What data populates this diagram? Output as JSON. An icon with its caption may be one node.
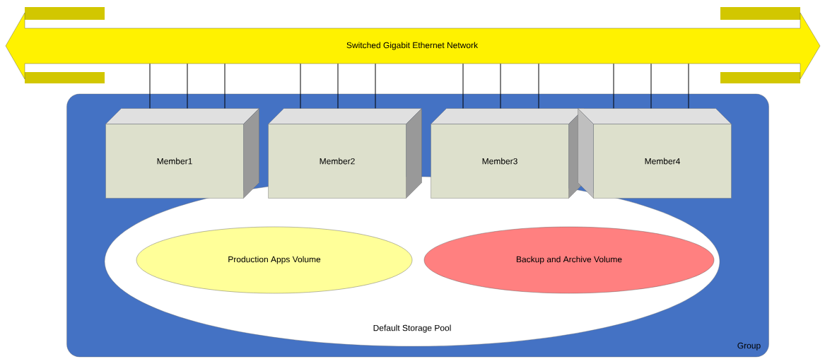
{
  "diagram": {
    "nodes": [
      {
        "text": [
          "Switched Gigabit Ethernet Network"
        ]
      },
      {
        "text": [
          "Group"
        ]
      },
      {
        "text": [
          "Member1"
        ],
        "in": 1
      },
      {
        "text": [
          "Member2"
        ],
        "in": 1
      },
      {
        "text": [
          "Member3"
        ],
        "in": 1
      },
      {
        "text": [
          "Member4"
        ],
        "in": 1
      },
      {
        "text": [
          "Default Storage Pool"
        ],
        "in": 1
      },
      {
        "text": [
          "Production Apps Volume"
        ],
        "in": 6
      },
      {
        "text": [
          "Backup and Archive Volume"
        ],
        "in": 6
      }
    ],
    "edges": [
      {
        "from": 0,
        "to": 2,
        "arrow": "none"
      },
      {
        "from": 0,
        "to": 2,
        "arrow": "none"
      },
      {
        "from": 0,
        "to": 2,
        "arrow": "none"
      },
      {
        "from": 0,
        "to": 3,
        "arrow": "none"
      },
      {
        "from": 0,
        "to": 3,
        "arrow": "none"
      },
      {
        "from": 0,
        "to": 3,
        "arrow": "none"
      },
      {
        "from": 0,
        "to": 4,
        "arrow": "none"
      },
      {
        "from": 0,
        "to": 4,
        "arrow": "none"
      },
      {
        "from": 0,
        "to": 4,
        "arrow": "none"
      },
      {
        "from": 0,
        "to": 5,
        "arrow": "none"
      },
      {
        "from": 0,
        "to": 5,
        "arrow": "none"
      },
      {
        "from": 0,
        "to": 5,
        "arrow": "none"
      }
    ]
  }
}
